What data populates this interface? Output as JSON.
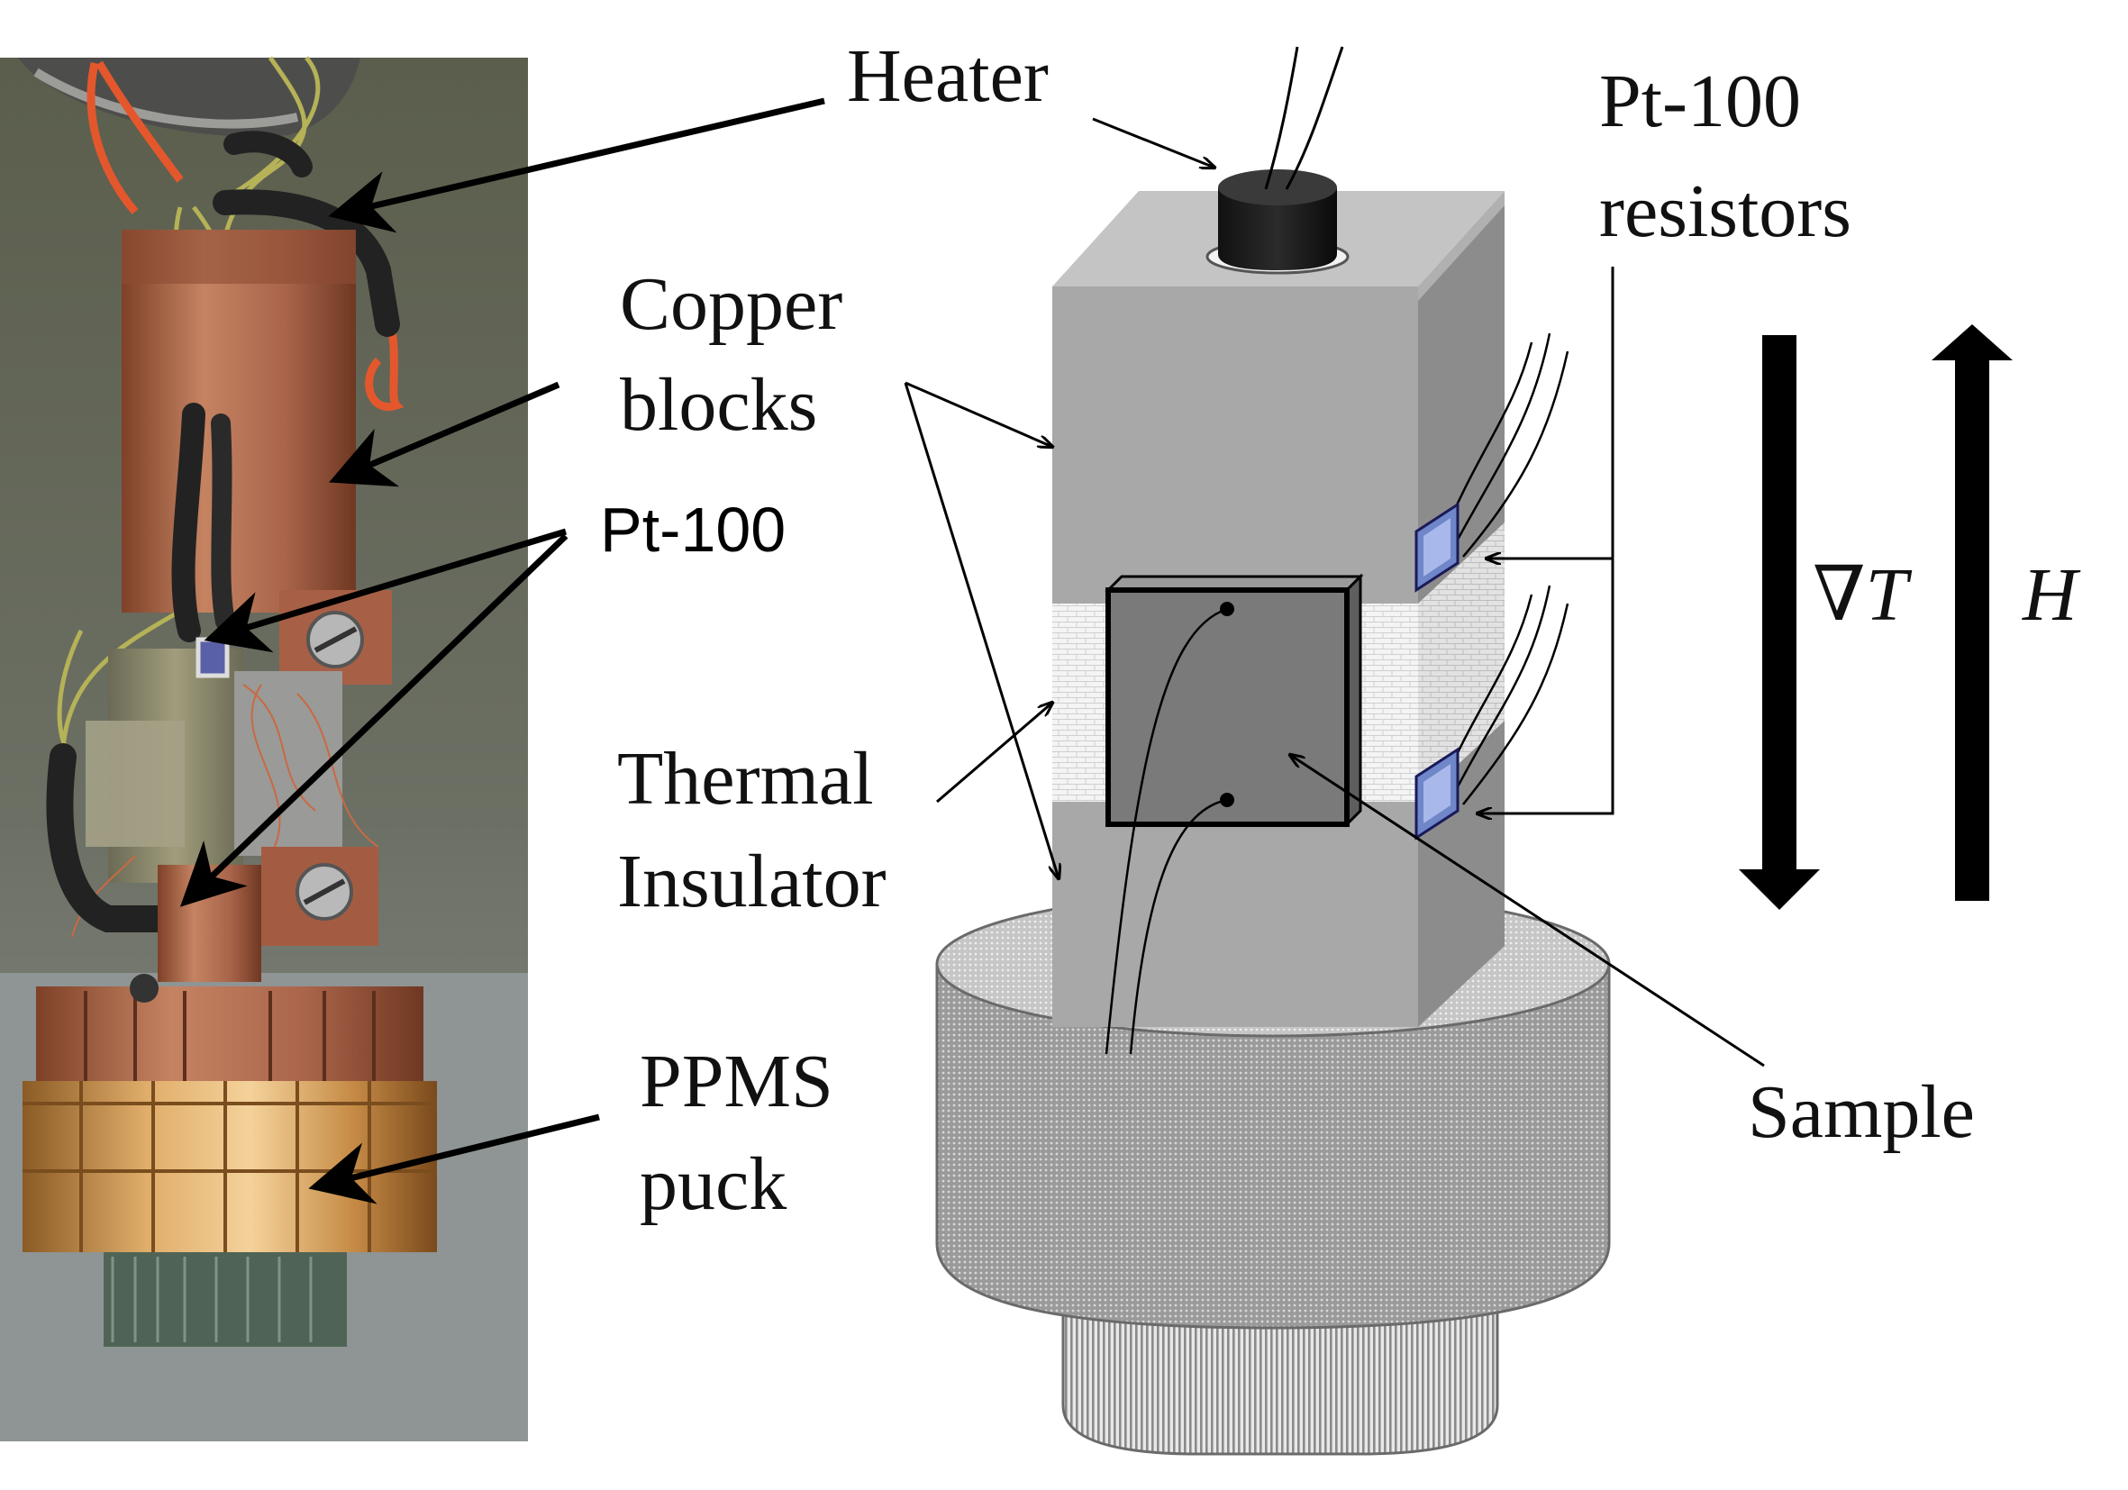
{
  "labels": {
    "heater": "Heater",
    "copper_line1": "Copper",
    "copper_line2": "blocks",
    "pt100_photo": "Pt-100",
    "thermal_line1": "Thermal",
    "thermal_line2": "Insulator",
    "ppms_line1": "PPMS",
    "ppms_line2": "puck",
    "pt100_res_line1": "Pt-100",
    "pt100_res_line2": "resistors",
    "grad_T": "∇T",
    "field_H": "H",
    "sample": "Sample"
  },
  "colors": {
    "background": "#ffffff",
    "copper": "#b87050",
    "block_front": "#a8a8a8",
    "block_side": "#8c8c8c",
    "block_top": "#c4c4c4",
    "sample": "#7a7a7a",
    "resistor": "#6f86c8",
    "arrow": "#000000"
  },
  "icons": {
    "gradient_arrow": "down-arrow",
    "field_arrow": "up-arrow"
  }
}
